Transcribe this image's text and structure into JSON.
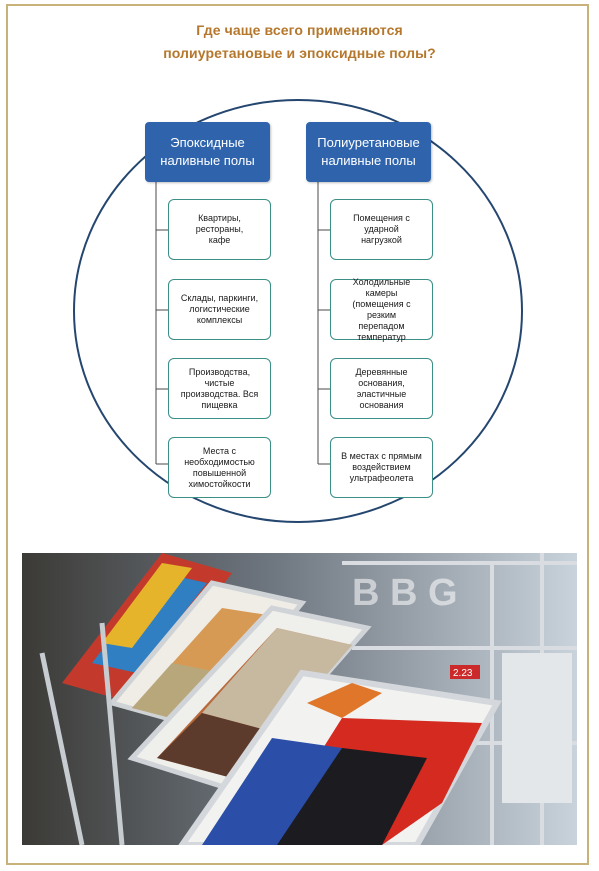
{
  "title": {
    "line1": "Где чаще всего применяются",
    "line2": "полиуретановые и эпоксидные полы?"
  },
  "diagram": {
    "left": {
      "header": "Эпоксидные\nналивные полы",
      "items": [
        "Квартиры, рестораны,\nкафе",
        "Склады, паркинги,\nлогистические\nкомплексы",
        "Производства, чистые\nпроизводства. Вся\nпищевка",
        "Места с\nнеобходимостью\nповышенной\nхимостойкости"
      ]
    },
    "right": {
      "header": "Полиуретановые\nналивные полы",
      "items": [
        "Помещения с ударной\nнагрузкой",
        "Холодильные камеры\n(помещения с резким\nперепадом\nтемператур",
        "Деревянные\nоснования,\nэластичные основания",
        "В местах с прямым\nвоздействием\nультрафеолета"
      ]
    },
    "colors": {
      "header": "#2f64ad",
      "box_border": "#3a8f86",
      "circle": "#24466f",
      "title": "#b5772c"
    }
  },
  "photo": {
    "watermark": "B B G",
    "price_tag": "2.23",
    "description_icon": "floor-samples-display-photo"
  }
}
